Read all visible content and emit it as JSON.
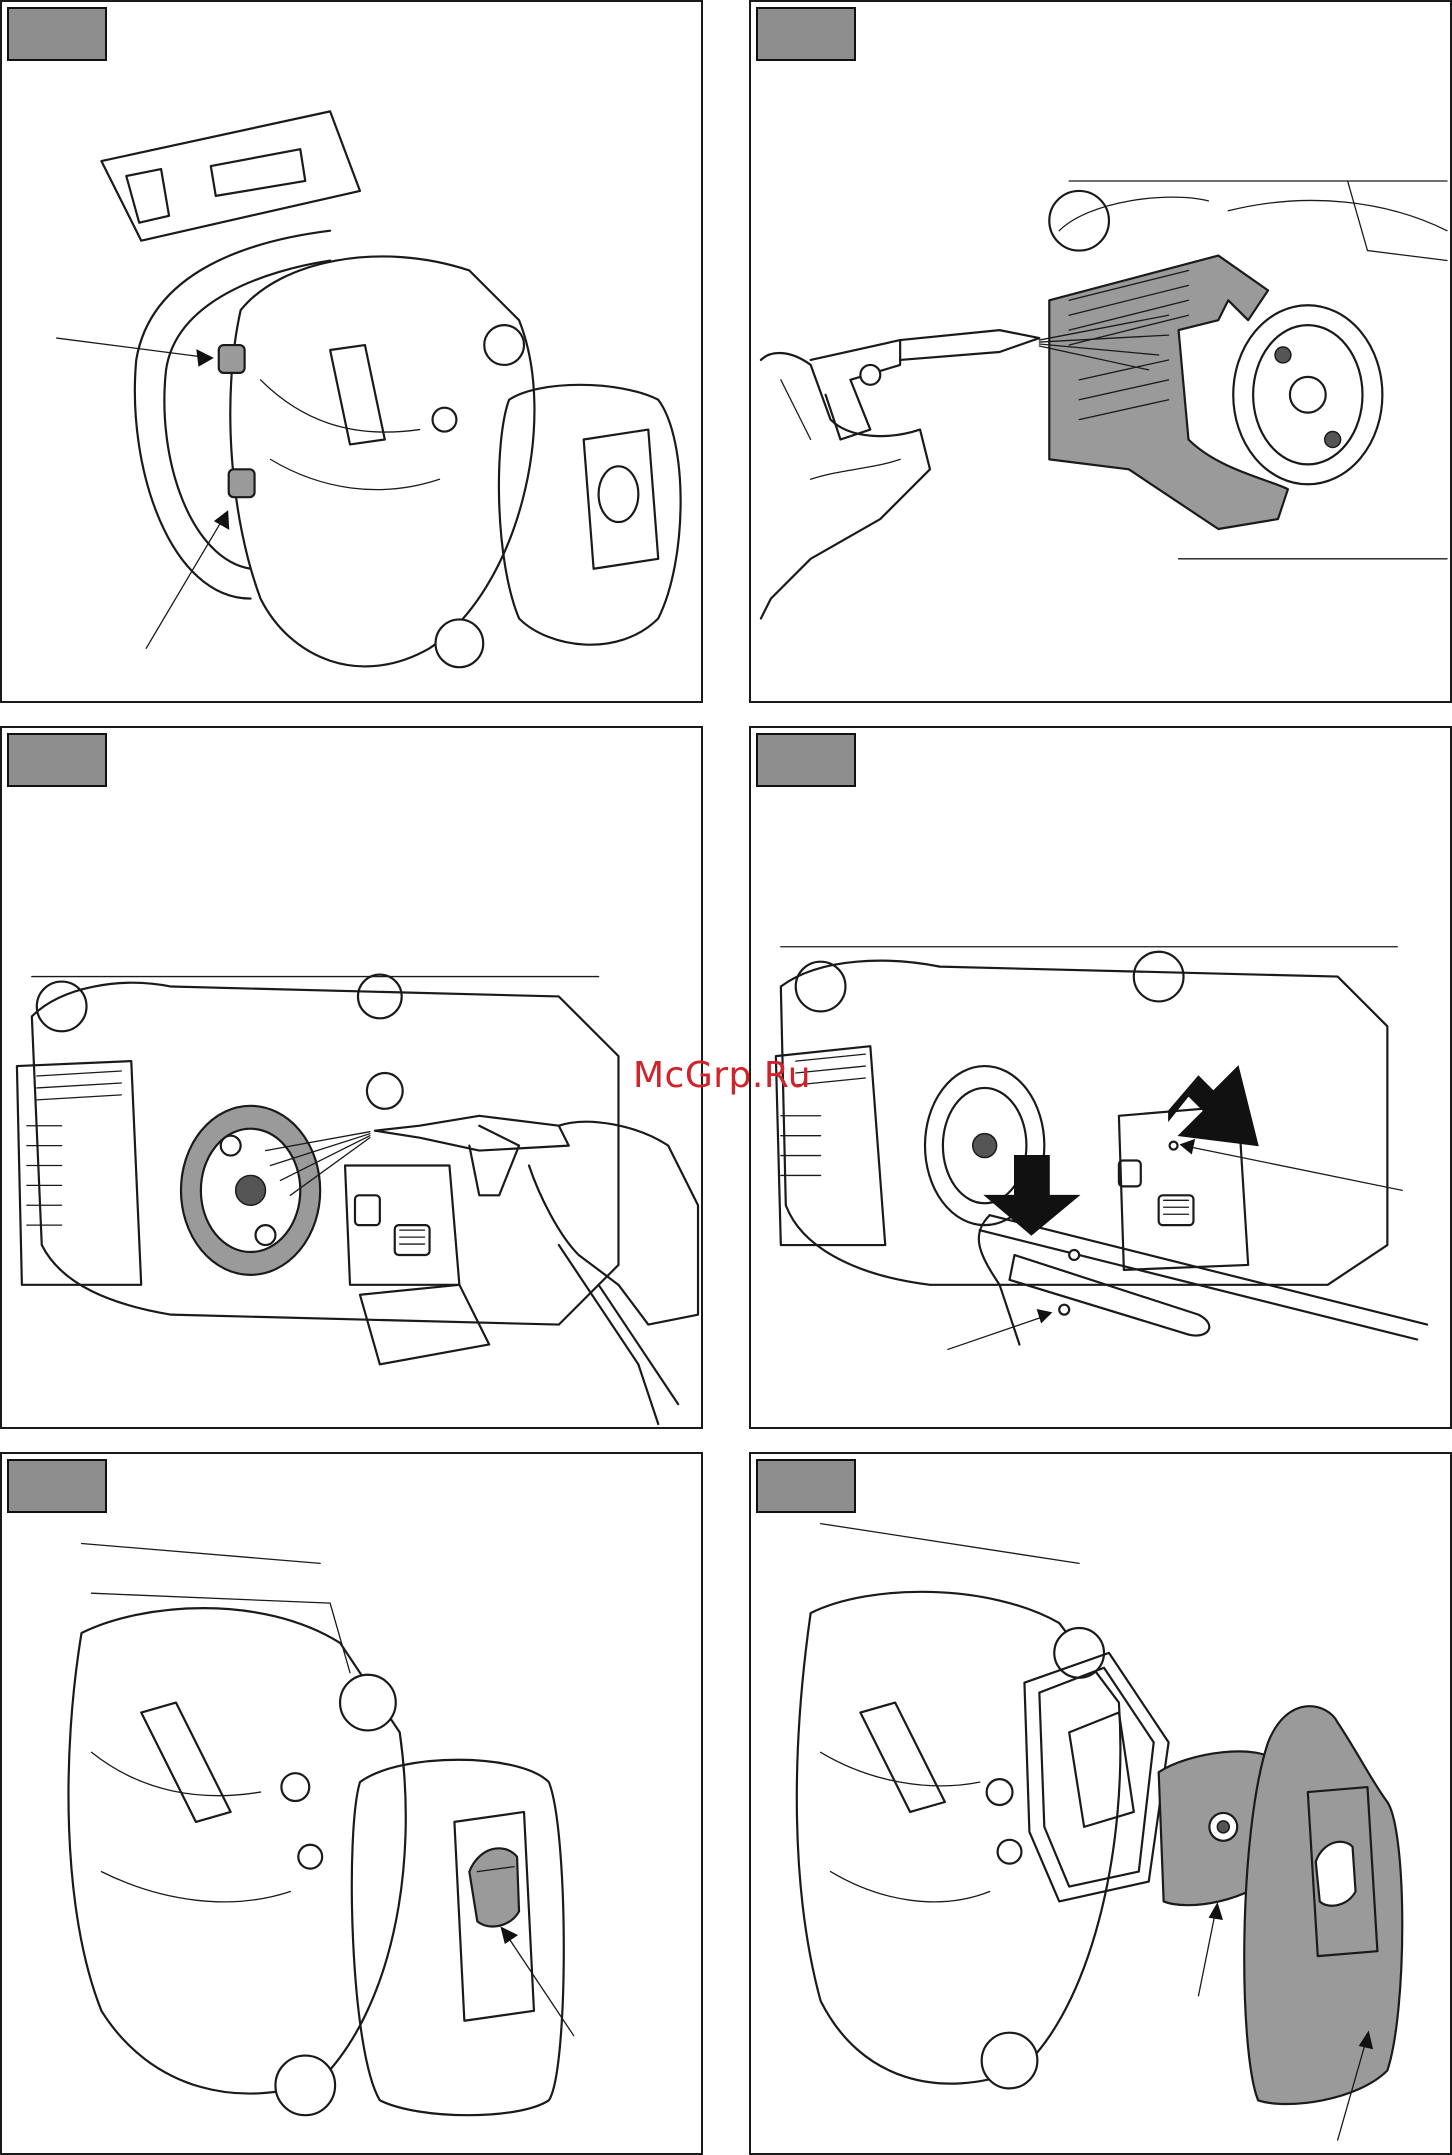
{
  "watermark": {
    "text": "McGrp.Ru",
    "color": "#d2222a"
  },
  "colors": {
    "tag_fill": "#8e8e8e",
    "line": "#1a1a1a",
    "part_highlight": "#9a9a9a"
  },
  "panels": [
    {
      "id": 1,
      "illustration": "chainsaw-side-cover-nuts",
      "tag_label": ""
    },
    {
      "id": 2,
      "illustration": "blowing-air-filter-cover",
      "tag_label": ""
    },
    {
      "id": 3,
      "illustration": "blowing-clutch-sprocket",
      "tag_label": ""
    },
    {
      "id": 4,
      "illustration": "guide-bar-oil-hole-alignment",
      "tag_label": ""
    },
    {
      "id": 5,
      "illustration": "air-filter-cover-knob",
      "tag_label": ""
    },
    {
      "id": 6,
      "illustration": "air-filter-and-cover-removed",
      "tag_label": ""
    }
  ]
}
